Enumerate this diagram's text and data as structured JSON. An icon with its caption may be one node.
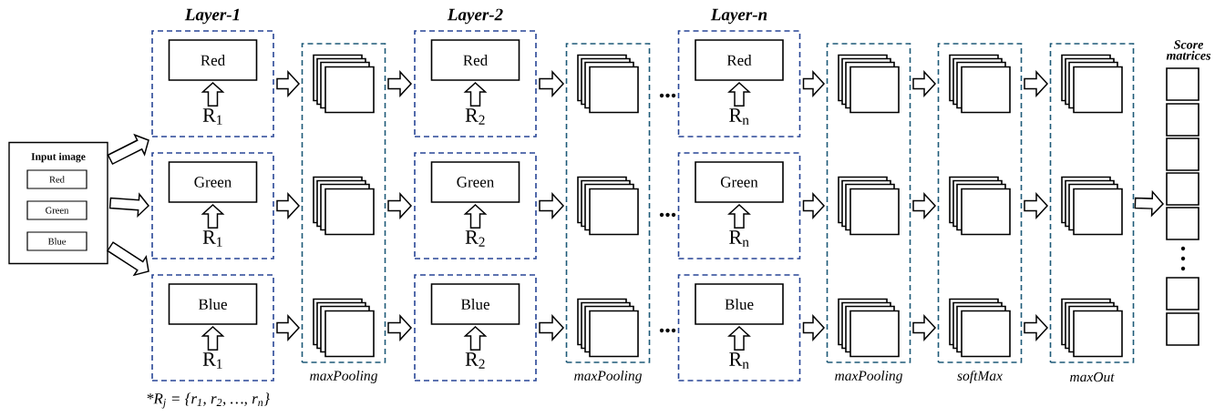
{
  "diagram": {
    "nodes": [
      {
        "text": [
          "Input image"
        ]
      },
      {
        "text": [
          "Red"
        ],
        "in": 0
      },
      {
        "text": [
          "Green"
        ],
        "in": 0
      },
      {
        "text": [
          "Blue"
        ],
        "in": 0
      },
      {
        "text": [],
        "shape": "box"
      },
      {
        "text": [
          "Red"
        ],
        "in": 4
      },
      {
        "text": [
          "R$_{1}$"
        ],
        "in": 4
      },
      {
        "text": [],
        "shape": "box"
      },
      {
        "text": [
          "Green"
        ],
        "in": 7
      },
      {
        "text": [
          "R$_{1}$"
        ],
        "in": 7
      },
      {
        "text": [],
        "shape": "box"
      },
      {
        "text": [
          "Blue"
        ],
        "in": 10
      },
      {
        "text": [
          "R$_{1}$"
        ],
        "in": 10
      },
      {
        "text": [
          "maxPooling"
        ]
      },
      {
        "text": [],
        "shape": "box",
        "in": 13
      },
      {
        "text": [],
        "shape": "box",
        "in": 13
      },
      {
        "text": [],
        "shape": "box",
        "in": 13
      },
      {
        "text": [],
        "shape": "box"
      },
      {
        "text": [
          "Red"
        ],
        "in": 17
      },
      {
        "text": [
          "R$_{2}$"
        ],
        "in": 17
      },
      {
        "text": [],
        "shape": "box"
      },
      {
        "text": [
          "Green"
        ],
        "in": 20
      },
      {
        "text": [
          "R$_{2}$"
        ],
        "in": 20
      },
      {
        "text": [],
        "shape": "box"
      },
      {
        "text": [
          "Blue"
        ],
        "in": 23
      },
      {
        "text": [
          "R$_{2}$"
        ],
        "in": 23
      },
      {
        "text": [
          "maxPooling"
        ]
      },
      {
        "text": [],
        "shape": "box",
        "in": 26
      },
      {
        "text": [],
        "shape": "box",
        "in": 26
      },
      {
        "text": [],
        "shape": "box",
        "in": 26
      },
      {
        "text": [],
        "shape": "box"
      },
      {
        "text": [
          "Red"
        ],
        "in": 30
      },
      {
        "text": [
          "R$_{n}$"
        ],
        "in": 30
      },
      {
        "text": [],
        "shape": "box"
      },
      {
        "text": [
          "Green"
        ],
        "in": 33
      },
      {
        "text": [
          "R$_{n}$"
        ],
        "in": 33
      },
      {
        "text": [],
        "shape": "box"
      },
      {
        "text": [
          "Blue"
        ],
        "in": 36
      },
      {
        "text": [
          "R$_{n}$"
        ],
        "in": 36
      },
      {
        "text": [
          "maxPooling"
        ]
      },
      {
        "text": [],
        "shape": "box",
        "in": 39
      },
      {
        "text": [],
        "shape": "box",
        "in": 39
      },
      {
        "text": [],
        "shape": "box",
        "in": 39
      },
      {
        "text": [
          "softMax"
        ]
      },
      {
        "text": [],
        "shape": "box",
        "in": 43
      },
      {
        "text": [],
        "shape": "box",
        "in": 43
      },
      {
        "text": [],
        "shape": "box",
        "in": 43
      },
      {
        "text": [
          "maxOut"
        ]
      },
      {
        "text": [],
        "shape": "box",
        "in": 47
      },
      {
        "text": [],
        "shape": "box",
        "in": 47
      },
      {
        "text": [],
        "shape": "box",
        "in": 47
      },
      {
        "text": [
          "Score matrices"
        ]
      },
      {
        "text": [],
        "shape": "box"
      },
      {
        "text": [],
        "shape": "box"
      },
      {
        "text": [],
        "shape": "box"
      },
      {
        "text": [],
        "shape": "box"
      },
      {
        "text": [],
        "shape": "box"
      },
      {
        "text": [],
        "shape": "box"
      },
      {
        "text": [],
        "shape": "box"
      }
    ],
    "edges": [
      {
        "from": 0,
        "to": 4,
        "arrow": "to"
      },
      {
        "from": 0,
        "to": 7,
        "arrow": "to"
      },
      {
        "from": 0,
        "to": 10,
        "arrow": "to"
      },
      {
        "from": 6,
        "to": 5,
        "arrow": "to"
      },
      {
        "from": 9,
        "to": 8,
        "arrow": "to"
      },
      {
        "from": 12,
        "to": 11,
        "arrow": "to"
      },
      {
        "from": 4,
        "to": 14,
        "arrow": "to"
      },
      {
        "from": 7,
        "to": 15,
        "arrow": "to"
      },
      {
        "from": 10,
        "to": 16,
        "arrow": "to"
      },
      {
        "from": 14,
        "to": 17,
        "arrow": "to"
      },
      {
        "from": 15,
        "to": 20,
        "arrow": "to"
      },
      {
        "from": 16,
        "to": 23,
        "arrow": "to"
      },
      {
        "from": 19,
        "to": 18,
        "arrow": "to"
      },
      {
        "from": 22,
        "to": 21,
        "arrow": "to"
      },
      {
        "from": 25,
        "to": 24,
        "arrow": "to"
      },
      {
        "from": 17,
        "to": 27,
        "arrow": "to"
      },
      {
        "from": 20,
        "to": 28,
        "arrow": "to"
      },
      {
        "from": 23,
        "to": 29,
        "arrow": "to"
      },
      {
        "from": 32,
        "to": 31,
        "arrow": "to"
      },
      {
        "from": 35,
        "to": 34,
        "arrow": "to"
      },
      {
        "from": 38,
        "to": 37,
        "arrow": "to"
      },
      {
        "from": 30,
        "to": 40,
        "arrow": "to"
      },
      {
        "from": 33,
        "to": 41,
        "arrow": "to"
      },
      {
        "from": 36,
        "to": 42,
        "arrow": "to"
      },
      {
        "from": 40,
        "to": 44,
        "arrow": "to"
      },
      {
        "from": 41,
        "to": 45,
        "arrow": "to"
      },
      {
        "from": 42,
        "to": 46,
        "arrow": "to"
      },
      {
        "from": 44,
        "to": 48,
        "arrow": "to"
      },
      {
        "from": 45,
        "to": 49,
        "arrow": "to"
      },
      {
        "from": 46,
        "to": 50,
        "arrow": "to"
      },
      {
        "from": 47,
        "to": 56,
        "arrow": "to"
      }
    ],
    "labels": [
      "Layer-1",
      "Layer-2",
      "Layer-n",
      "*R$_{j}$ = {r$_{1}$, r$_{2}$, …, r$_{n}$}"
    ]
  }
}
